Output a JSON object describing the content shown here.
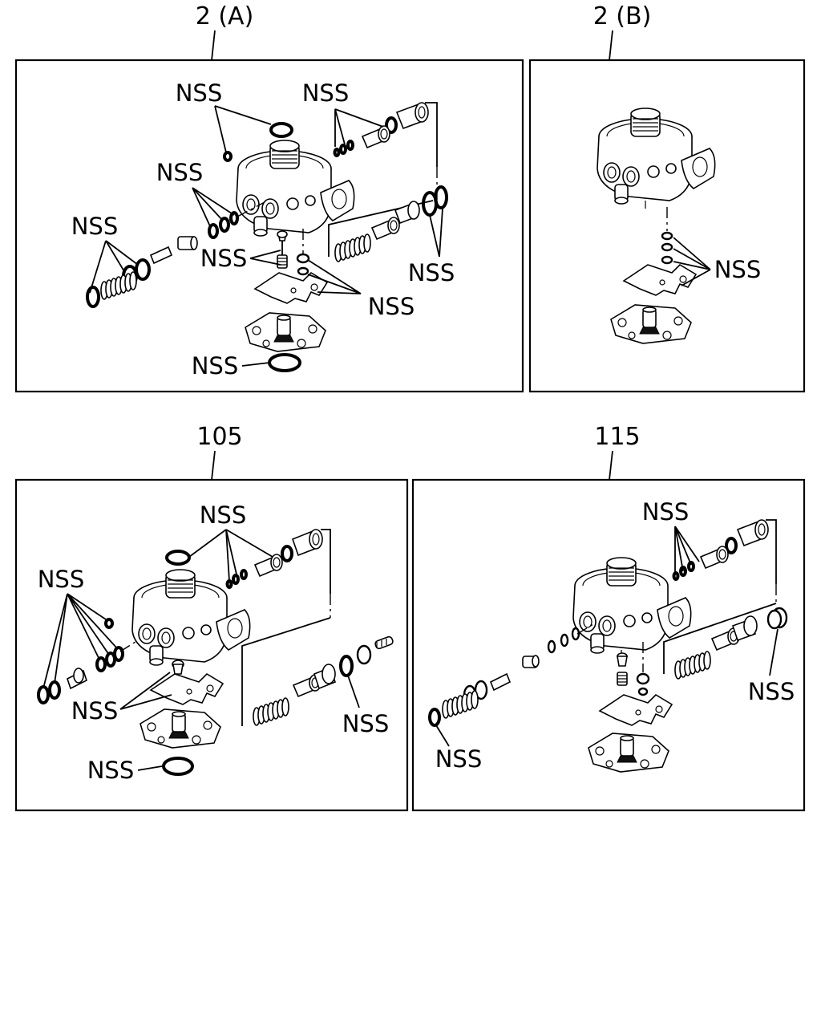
{
  "panels": [
    {
      "id": "2a",
      "title": "2 (A)"
    },
    {
      "id": "2b",
      "title": "2 (B)"
    },
    {
      "id": "105",
      "title": "105"
    },
    {
      "id": "115",
      "title": "115"
    }
  ],
  "callout_label": "NSS"
}
